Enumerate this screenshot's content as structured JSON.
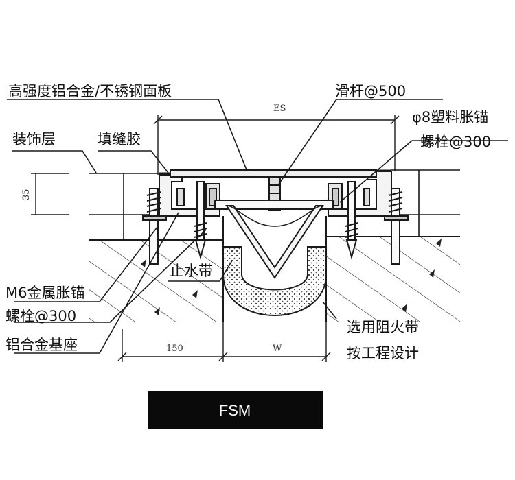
{
  "labels": {
    "panel": "高强度铝合金/不锈钢面板",
    "slide_bar": "滑杆@500",
    "decor_layer": "装饰层",
    "sealant": "填缝胶",
    "plastic_anchor_1": "φ8塑料胀锚",
    "plastic_anchor_2": "螺栓@300",
    "water_stop": "止水带",
    "metal_anchor_1": "M6金属胀锚",
    "metal_anchor_2": "螺栓@300",
    "base": "铝合金基座",
    "fire_belt_1": "选用阻火带",
    "fire_belt_2": "按工程设计"
  },
  "dimensions": {
    "es": "ES",
    "height": "35",
    "width_150": "150",
    "w": "W"
  },
  "caption": "FSM",
  "colors": {
    "line": "#1a1a1a",
    "caption_bg": "#0a0a0a",
    "caption_text": "#ffffff"
  }
}
